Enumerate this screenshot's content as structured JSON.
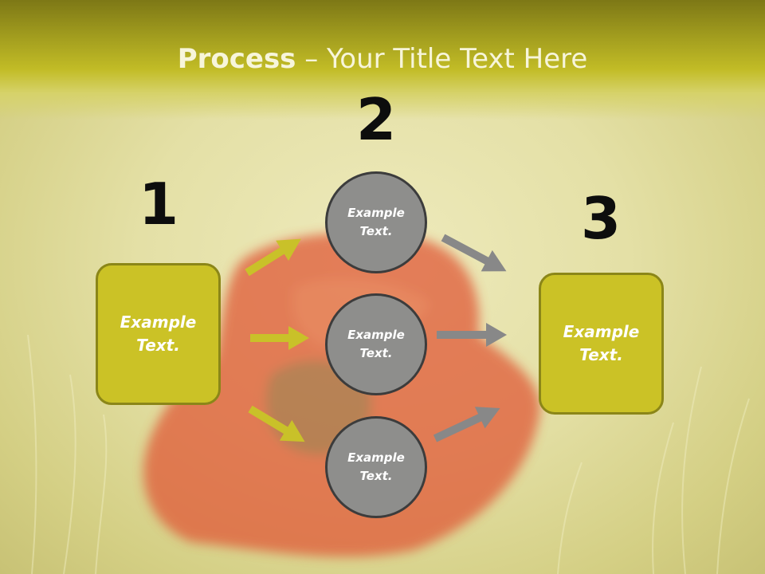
{
  "title": {
    "bold": "Process",
    "rest": " – Your Title Text Here"
  },
  "steps": [
    {
      "number": "1",
      "label": "Example\nText."
    },
    {
      "number": "2"
    },
    {
      "number": "3",
      "label": "Example\nText."
    }
  ],
  "circles": [
    {
      "label": "Example\nText."
    },
    {
      "label": "Example\nText."
    },
    {
      "label": "Example\nText."
    }
  ],
  "colors": {
    "box_fill": "#cbc226",
    "circle_fill": "#8e8e8c",
    "arrow_left": "#c9c129",
    "arrow_right": "#888888",
    "title_band": "#9e991c"
  }
}
